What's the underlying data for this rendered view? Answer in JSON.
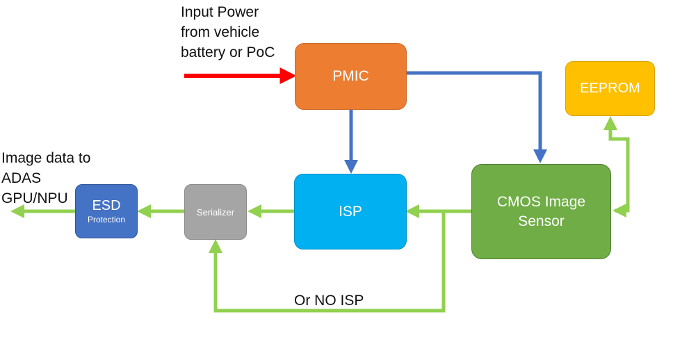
{
  "input_power": {
    "line1": "Input Power",
    "line2": "from vehicle",
    "line3": "battery or PoC"
  },
  "image_data": {
    "line1": "Image data to",
    "line2": "ADAS",
    "line3": "GPU/NPU"
  },
  "bypass_label": "Or NO ISP",
  "blocks": {
    "pmic": {
      "label": "PMIC"
    },
    "eeprom": {
      "label": "EEPROM"
    },
    "cmos": {
      "line1": "CMOS Image",
      "line2": "Sensor"
    },
    "isp": {
      "label": "ISP"
    },
    "serializer": {
      "label": "Serializer"
    },
    "esd": {
      "label": "ESD",
      "sub": "Protection"
    }
  },
  "colors": {
    "power_arrow": "#ff0000",
    "power_bus": "#4472c4",
    "data_path": "#92d050",
    "pmic": "#ed7d31",
    "eeprom": "#ffc000",
    "cmos": "#70ad47",
    "isp": "#00b0f0",
    "serializer": "#a5a5a5",
    "esd": "#4472c4"
  }
}
